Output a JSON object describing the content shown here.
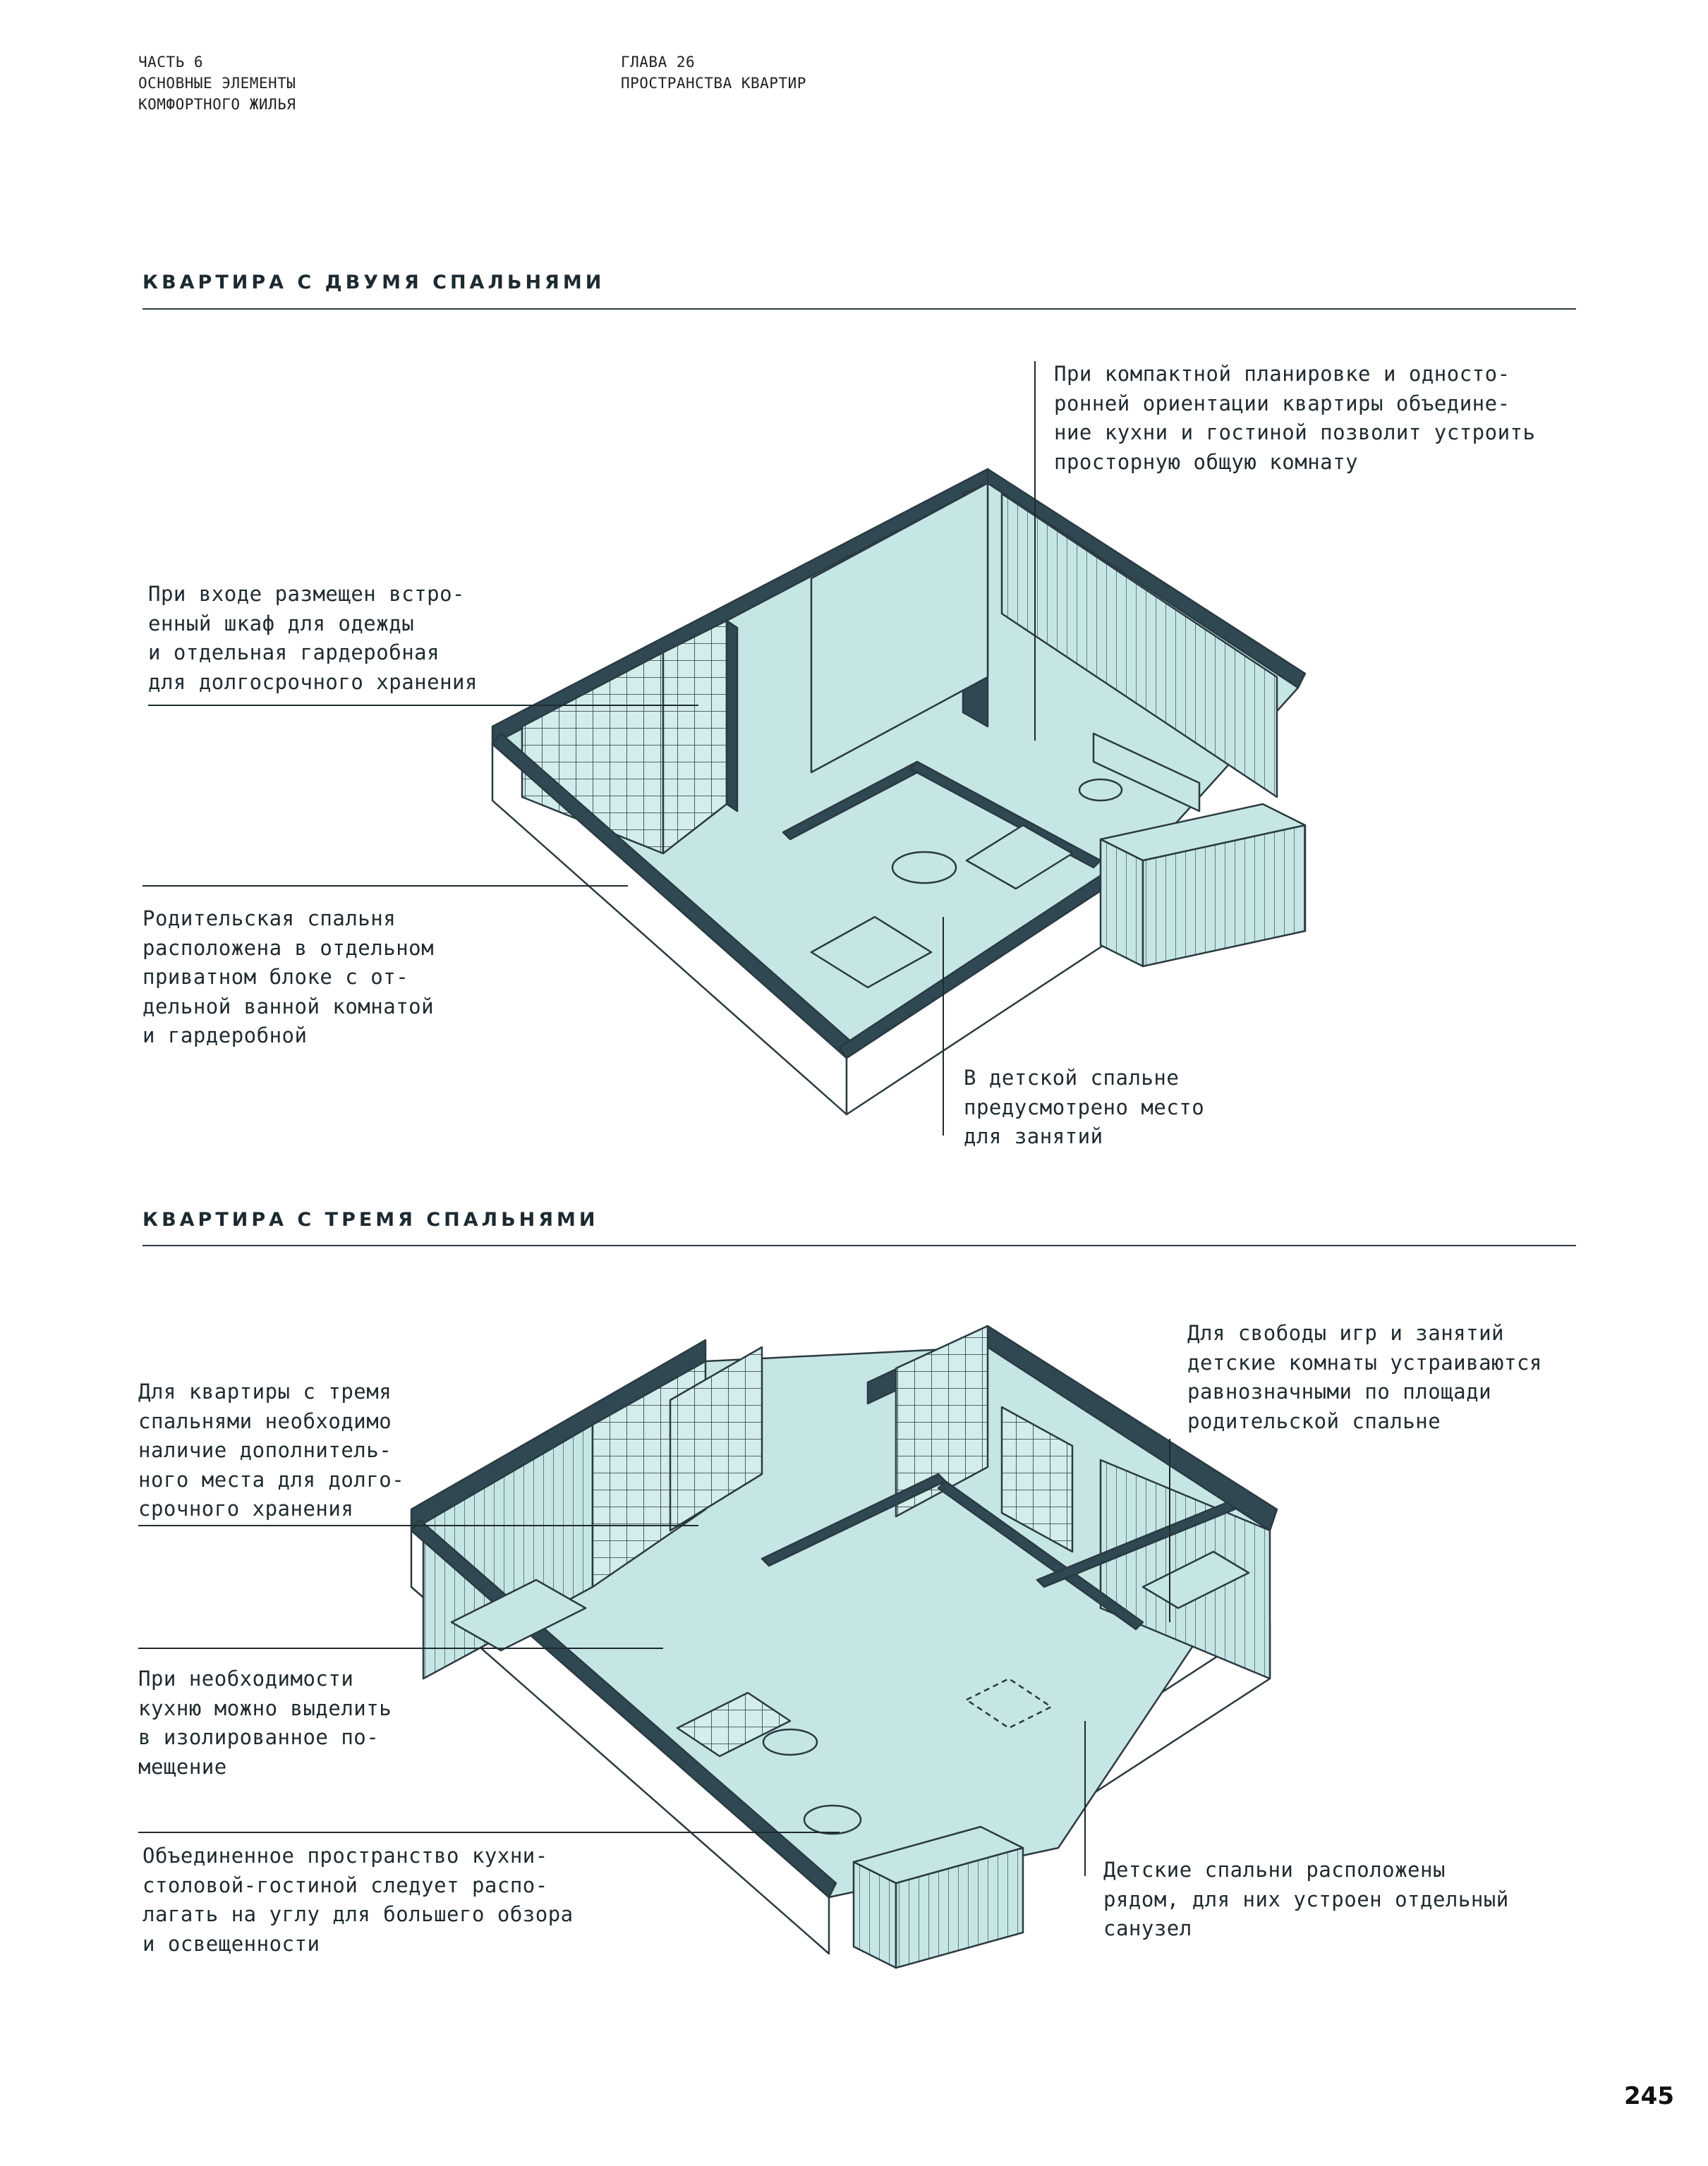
{
  "header": {
    "part_label": "ЧАСТЬ 6\nОСНОВНЫЕ ЭЛЕМЕНТЫ\nКОМФОРТНОГО ЖИЛЬЯ",
    "chapter_label": "ГЛАВА 26\nПРОСТРАНСТВА КВАРТИР"
  },
  "section1": {
    "title": "КВАРТИРА С ДВУМЯ СПАЛЬНЯМИ",
    "notes": {
      "kitchen_living": "При компактной планировке и односто-\nронней ориентации квартиры объедине-\nние кухни и гостиной позволит устроить\nпросторную общую комнату",
      "entrance": "При входе размещен встро-\nенный шкаф для одежды\nи отдельная гардеробная\nдля долгосрочного хранения",
      "parents_bedroom": "Родительская спальня\nрасположена в отдельном\nприватном блоке с от-\nдельной ванной комнатой\nи гардеробной",
      "kids_bedroom": "В детской спальне\nпредусмотрено место\nдля занятий"
    }
  },
  "section2": {
    "title": "КВАРТИРА С ТРЕМЯ СПАЛЬНЯМИ",
    "notes": {
      "storage": "Для квартиры с тремя\nспальнями необходимо\nналичие дополнитель-\nного места для долго-\nсрочного хранения",
      "kitchen": "При необходимости\nкухню можно выделить\nв изолированное по-\nмещение",
      "corner": "Объединенное пространство кухни-\nстоловой-гостиной следует распо-\nлагать на углу для большего обзора\nи освещенности",
      "play": "Для свободы игр и занятий\nдетские комнаты устраиваются\nравнозначными по площади\nродительской спальне",
      "kids_bath": "Детские спальни расположены\nрядом, для них устроен отдельный\nсанузел"
    }
  },
  "page_number": "245",
  "colors": {
    "wall": "#2f4852",
    "floor": "#c6e6e5",
    "tile": "#d3ecec",
    "line": "#2b3a42"
  }
}
